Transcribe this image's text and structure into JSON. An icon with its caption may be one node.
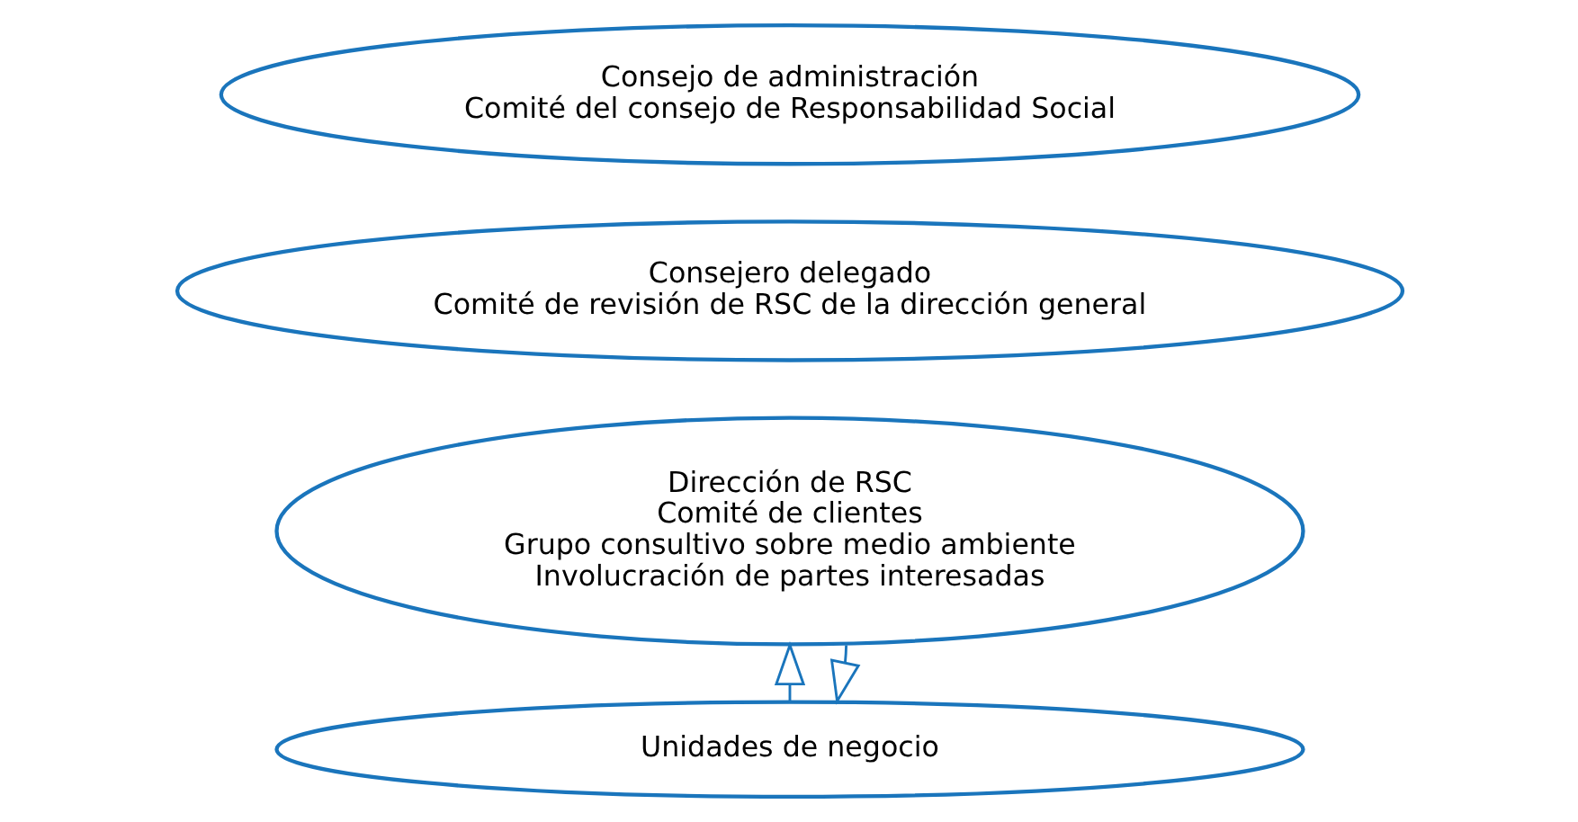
{
  "diagram": {
    "nodes": [
      {
        "text": [
          "Consejo de administración",
          "Comité del consejo de Responsabilidad Social"
        ]
      },
      {
        "text": [
          "Consejero delegado",
          "Comité de revisión de RSC de la dirección general"
        ]
      },
      {
        "text": [
          "Dirección de RSC",
          "Comité de clientes",
          "Grupo consultivo sobre medio ambiente",
          "Involucración de partes interesadas"
        ]
      },
      {
        "text": [
          "Unidades de negocio"
        ]
      }
    ],
    "edges": [
      {
        "from": 3,
        "to": 2,
        "arrow": "to"
      },
      {
        "from": 2,
        "to": 3,
        "arrow": "to"
      }
    ]
  }
}
